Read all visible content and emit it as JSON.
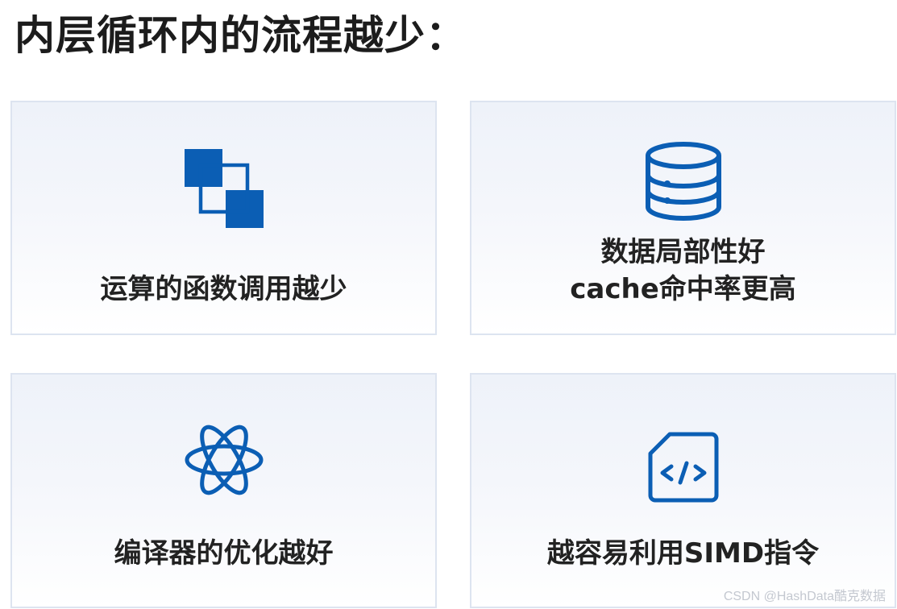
{
  "title": "内层循环内的流程越少：",
  "accent_color": "#0b5eb4",
  "cards": [
    {
      "icon": "overlapping-squares-icon",
      "label_lines": [
        "运算的函数调用越少"
      ]
    },
    {
      "icon": "database-icon",
      "label_lines": [
        "数据局部性好",
        "cache命中率更高"
      ]
    },
    {
      "icon": "atom-icon",
      "label_lines": [
        "编译器的优化越好"
      ]
    },
    {
      "icon": "code-file-icon",
      "label_lines": [
        "越容易利用SIMD指令"
      ]
    }
  ],
  "watermark": "CSDN @HashData酷克数据"
}
